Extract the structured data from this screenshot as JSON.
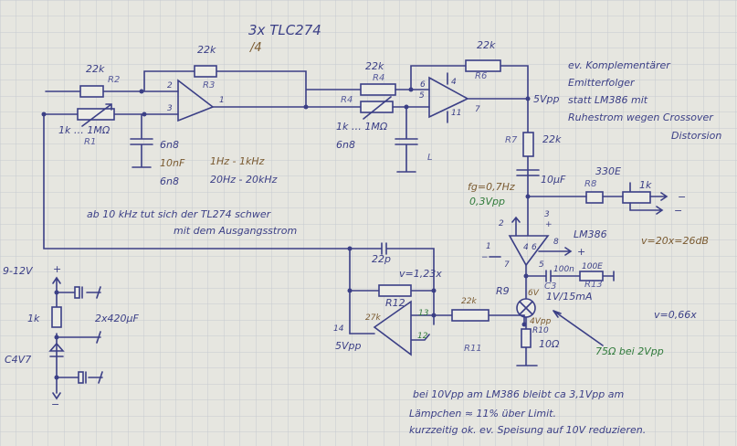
{
  "colors": {
    "ink": "#3b3f86",
    "paper": "#e6e6e0",
    "grid": "#c6cad0",
    "note_brown": "#7a5a30",
    "note_green": "#2f7a3a"
  },
  "title": {
    "main": "3x TLC274",
    "fraction": "/4"
  },
  "stage1": {
    "r3_value": "22k",
    "r3_label": "R3",
    "r2_value": "22k",
    "r2_label": "R2",
    "r1_range": "1k … 1MΩ",
    "r1_label": "R1",
    "pin2": "2",
    "pin3": "3",
    "pin1": "1",
    "cap_value": "6n8",
    "alt_cap": "10nF",
    "alt_range": "1Hz - 1kHz",
    "cap_value2": "6n8",
    "range": "20Hz - 20kHz"
  },
  "note_10khz": {
    "line1": "ab 10 kHz tut sich der TL274 schwer",
    "line2": "mit dem Ausgangsstrom"
  },
  "stage2": {
    "r4_value": "22k",
    "r4_label": "R4",
    "r4_alt": "R4",
    "pot_range": "1k … 1MΩ",
    "cap_value": "6n8",
    "cap_note": "L",
    "pin6": "6",
    "pin5": "5",
    "pin7": "7",
    "pin4": "4",
    "pin11": "11",
    "r6_value": "22k",
    "r6_label": "R6",
    "out_level": "5Vpp"
  },
  "emitter_note": {
    "line1": "ev. Komplementärer",
    "line2": "Emitterfolger",
    "line3": "statt LM386 mit",
    "line4": "Ruhestrom wegen Crossover",
    "line5": "Distorsion"
  },
  "coupling": {
    "r7_label": "R7",
    "r7_value": "22k",
    "cap_value": "10µF",
    "fg": "fg=0,7Hz",
    "level": "0,3Vpp"
  },
  "output": {
    "r8_label": "R8",
    "r8_value": "330E",
    "pot_value": "1k",
    "minus1": "−",
    "minus2": "−"
  },
  "lm386": {
    "name": "LM386",
    "gain": "v=20x=26dB",
    "pin1": "1",
    "pin2": "2",
    "pin3": "3",
    "pin4": "4",
    "pin5": "5",
    "pin6": "6",
    "pin7": "7",
    "pin8": "8",
    "minus": "−",
    "plus_in": "+",
    "plus_out": "+",
    "c3": "C3",
    "c3_value": "100n",
    "r13_value": "100E",
    "r13_label": "R13"
  },
  "lamp": {
    "label": "R9",
    "rating1": "6V",
    "rating2": "1V/15mA",
    "level": "4Vpp",
    "r10_label": "R10",
    "r10_value": "10Ω",
    "note": "75Ω bei 2Vpp",
    "gain": "v=0,66x"
  },
  "stage3": {
    "c_value": "22p",
    "gain": "v=1,23x",
    "r12_label": "R12",
    "r12_value": "27k",
    "pin13": "13",
    "pin12": "12",
    "pin14": "14",
    "level": "5Vpp",
    "r11_value": "22k",
    "r11_label": "R11"
  },
  "power": {
    "voltage": "9-12V",
    "plus": "+",
    "r_value": "1k",
    "caps": "2x420µF",
    "zener": "C4V7",
    "minus": "−"
  },
  "bottom_note": {
    "line1": "bei 10Vpp am LM386 bleibt ca 3,1Vpp am",
    "line2": "Lämpchen ≈ 11% über Limit.",
    "line3": "kurzzeitig ok. ev. Speisung auf 10V reduzieren."
  }
}
